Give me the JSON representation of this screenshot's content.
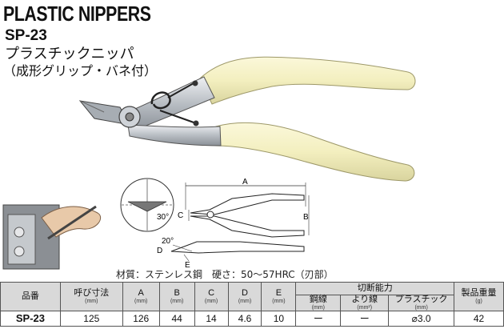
{
  "header": {
    "title": "PLASTIC NIPPERS",
    "model": "SP-23",
    "name": "プラスチックニッパ",
    "subtitle": "（成形グリップ・バネ付）"
  },
  "drawing": {
    "angle_top": "30°",
    "angle_side": "20°",
    "dim_a": "A",
    "dim_b": "B",
    "dim_c": "C",
    "dim_d": "D",
    "dim_e": "E"
  },
  "material": "材質：ステンレス鋼　硬さ：50～57HRC（刃部）",
  "table": {
    "headers": {
      "part_no": "品番",
      "size": "呼び寸法",
      "a": "A",
      "b": "B",
      "c": "C",
      "d": "D",
      "e": "E",
      "cutting": "切断能力",
      "steel": "鋼線",
      "stranded": "より線",
      "plastic": "プラスチック",
      "weight": "製品重量"
    },
    "units": {
      "mm": "(mm)",
      "mm2": "(mm²)",
      "g": "(g)"
    },
    "row": {
      "part_no": "SP-23",
      "size": "125",
      "a": "126",
      "b": "44",
      "c": "14",
      "d": "4.6",
      "e": "10",
      "steel": "ー",
      "stranded": "ー",
      "plastic": "⌀3.0",
      "weight": "42"
    }
  },
  "colors": {
    "grip": "#f3efbf",
    "steel": "#c9cdd2",
    "header_bg": "#d9d9d9"
  }
}
